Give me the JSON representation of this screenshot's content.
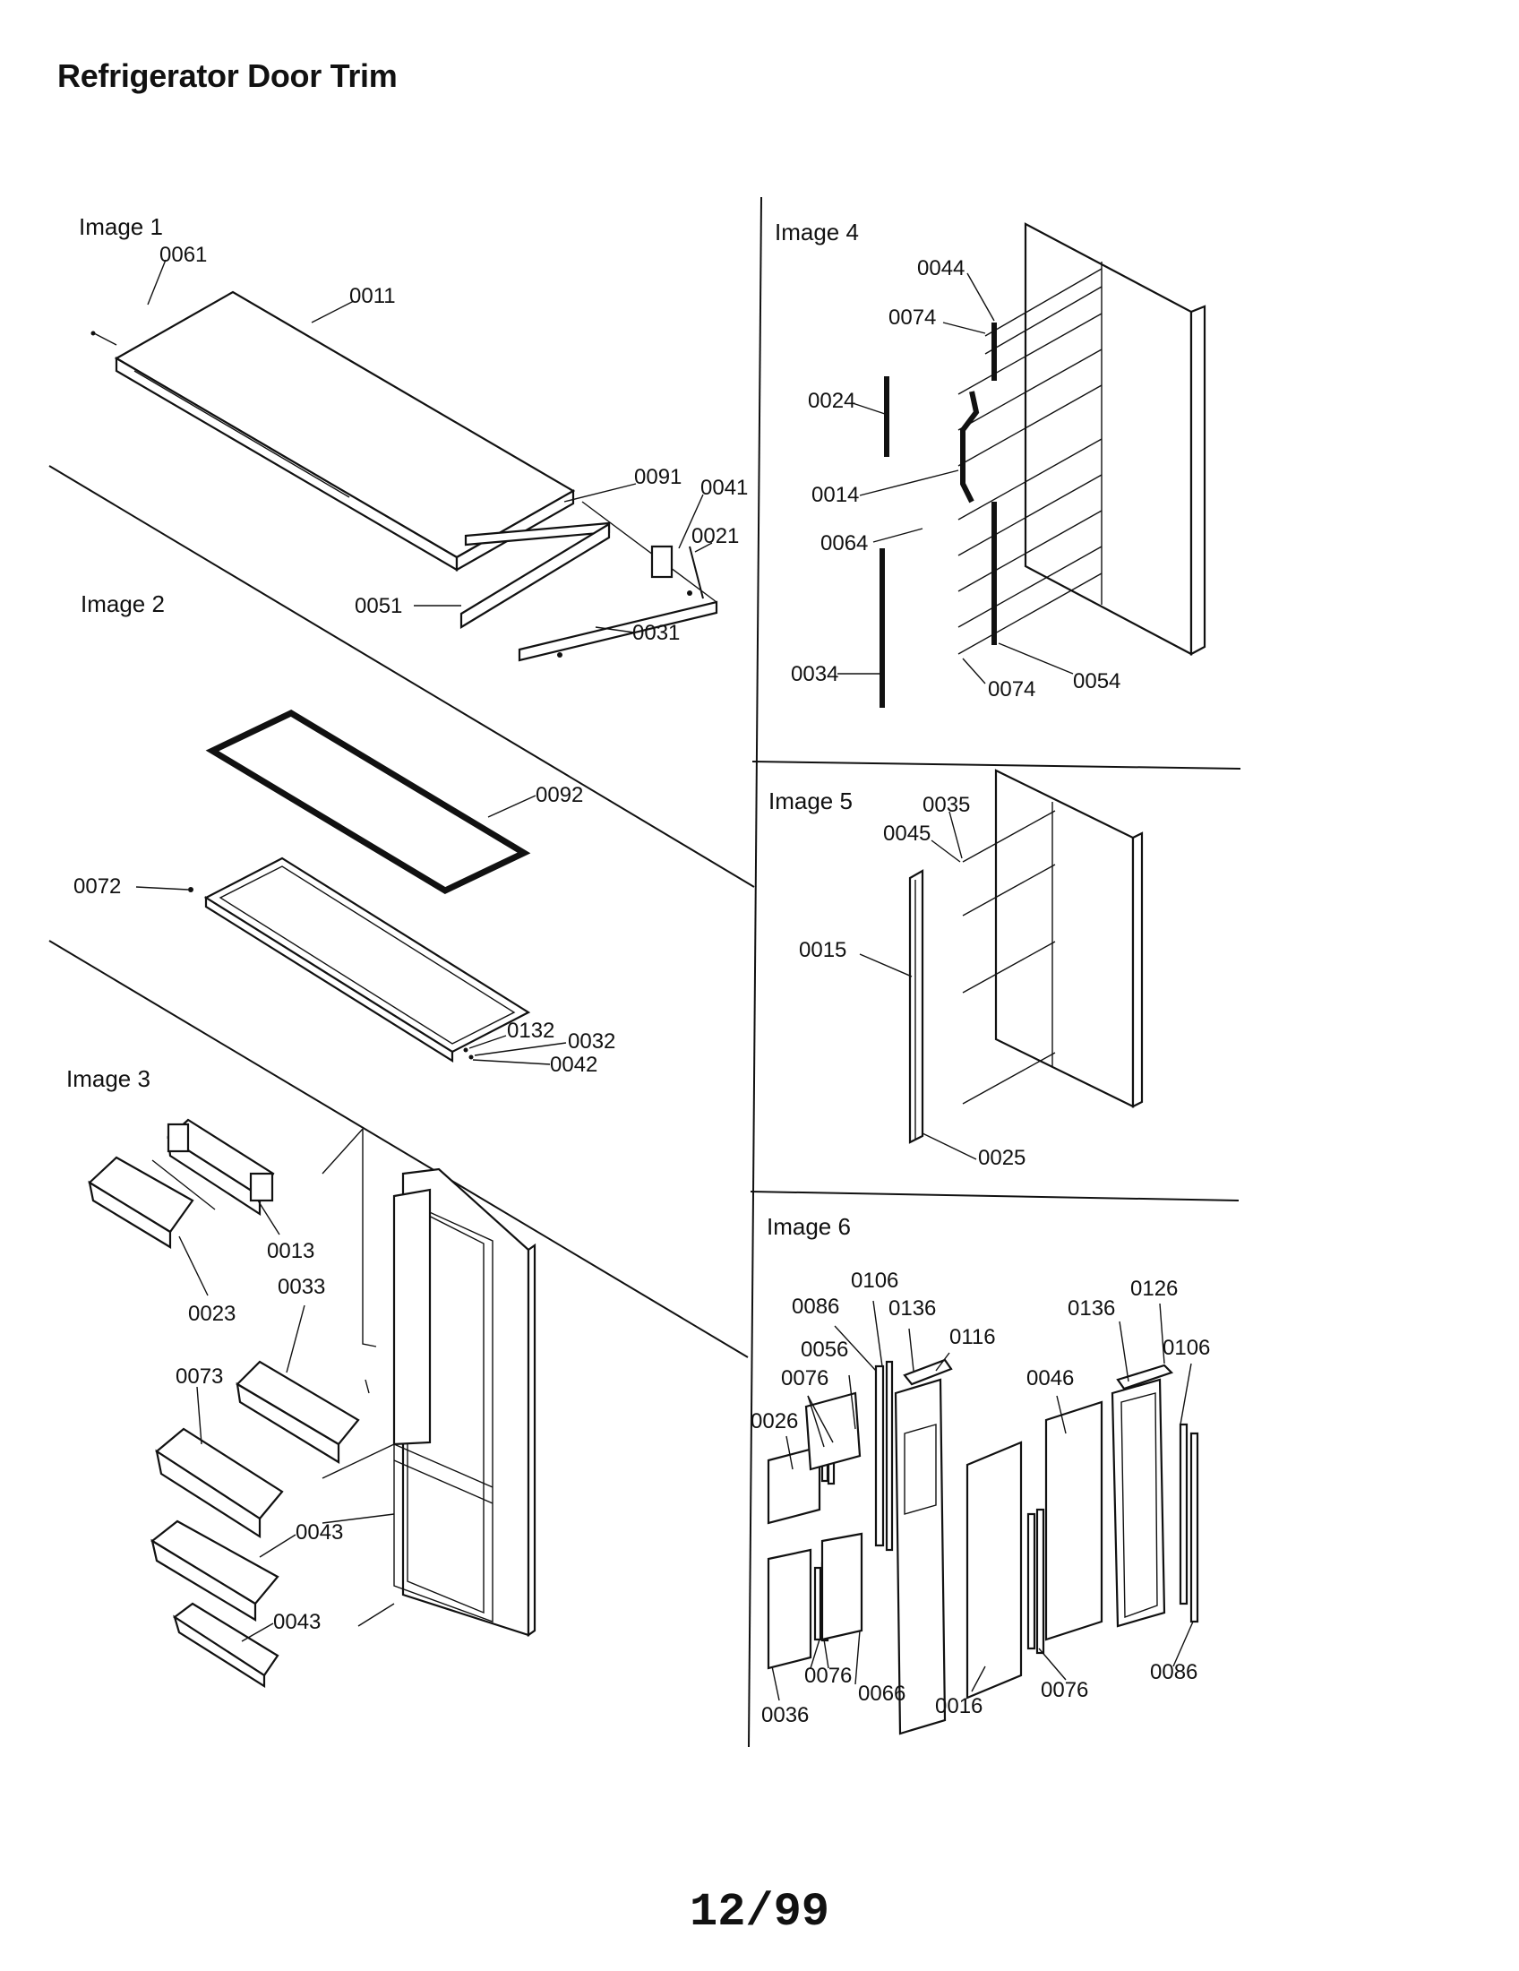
{
  "page": {
    "title": "Refrigerator Door Trim",
    "footer": "12/99"
  },
  "panels": [
    {
      "title": "Image 1",
      "labels": [
        "0061",
        "0011",
        "0091",
        "0041",
        "0021",
        "0051",
        "0031"
      ]
    },
    {
      "title": "Image 2",
      "labels": [
        "0092",
        "0072",
        "0132",
        "0032",
        "0042"
      ]
    },
    {
      "title": "Image 3",
      "labels": [
        "0013",
        "0023",
        "0033",
        "0073",
        "0043",
        "0043"
      ]
    },
    {
      "title": "Image 4",
      "labels": [
        "0044",
        "0074",
        "0024",
        "0014",
        "0064",
        "0034",
        "0074",
        "0054"
      ]
    },
    {
      "title": "Image 5",
      "labels": [
        "0035",
        "0045",
        "0015",
        "0025"
      ]
    },
    {
      "title": "Image 6",
      "labels": [
        "0106",
        "0086",
        "0136",
        "0116",
        "0056",
        "0076",
        "0026",
        "0126",
        "0136",
        "0106",
        "0046",
        "0076",
        "0066",
        "0036",
        "0016",
        "0076",
        "0086"
      ]
    }
  ]
}
